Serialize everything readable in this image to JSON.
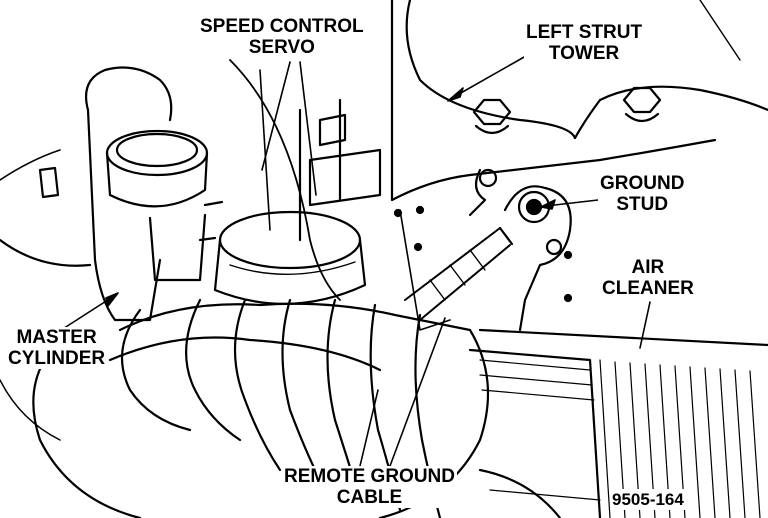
{
  "labels": {
    "speed_control_servo": [
      "SPEED CONTROL",
      "SERVO"
    ],
    "left_strut_tower": [
      "LEFT STRUT",
      "TOWER"
    ],
    "ground_stud": [
      "GROUND",
      "STUD"
    ],
    "air_cleaner": [
      "AIR",
      "CLEANER"
    ],
    "master_cylinder": [
      "MASTER",
      "CYLINDER"
    ],
    "remote_ground_cable": [
      "REMOTE GROUND",
      "CABLE"
    ]
  },
  "figure_number": "9505-164"
}
